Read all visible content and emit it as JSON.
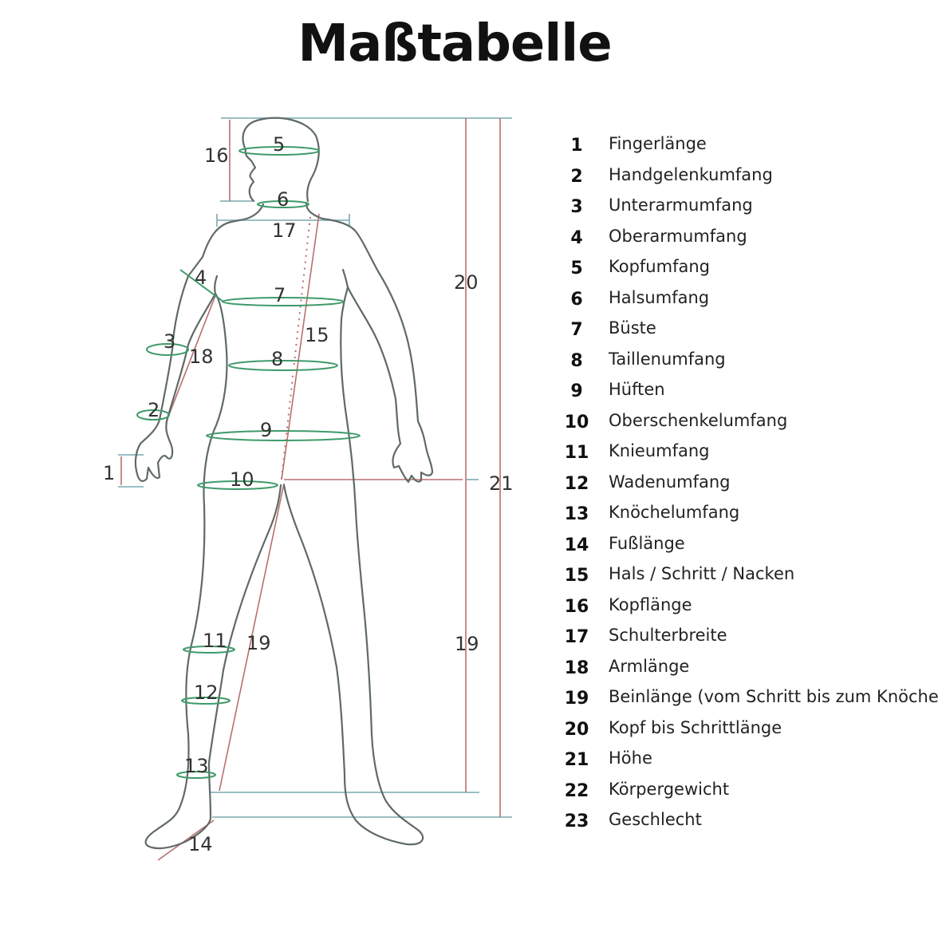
{
  "title": "Maßtabelle",
  "figure": {
    "labels": {
      "n1": "1",
      "n2": "2",
      "n3": "3",
      "n4": "4",
      "n5": "5",
      "n6": "6",
      "n7": "7",
      "n8": "8",
      "n9": "9",
      "n10": "10",
      "n11": "11",
      "n12": "12",
      "n13": "13",
      "n14": "14",
      "n15": "15",
      "n16": "16",
      "n17": "17",
      "n18": "18",
      "n19a": "19",
      "n19b": "19",
      "n20": "20",
      "n21": "21"
    },
    "colors": {
      "body_outline": "#5f6a66",
      "circumference": "#3f9a6a",
      "length_red": "#b8706f",
      "guide_line": "#7aa9b0"
    }
  },
  "legend": [
    {
      "num": "1",
      "label": "Fingerlänge"
    },
    {
      "num": "2",
      "label": "Handgelenkumfang"
    },
    {
      "num": "3",
      "label": "Unterarmumfang"
    },
    {
      "num": "4",
      "label": "Oberarmumfang"
    },
    {
      "num": "5",
      "label": "Kopfumfang"
    },
    {
      "num": "6",
      "label": "Halsumfang"
    },
    {
      "num": "7",
      "label": "Büste"
    },
    {
      "num": "8",
      "label": "Taillenumfang"
    },
    {
      "num": "9",
      "label": "Hüften"
    },
    {
      "num": "10",
      "label": "Oberschenkelumfang"
    },
    {
      "num": "11",
      "label": "Knieumfang"
    },
    {
      "num": "12",
      "label": "Wadenumfang"
    },
    {
      "num": "13",
      "label": "Knöchelumfang"
    },
    {
      "num": "14",
      "label": "Fußlänge"
    },
    {
      "num": "15",
      "label": "Hals / Schritt / Nacken"
    },
    {
      "num": "16",
      "label": "Kopflänge"
    },
    {
      "num": "17",
      "label": "Schulterbreite"
    },
    {
      "num": "18",
      "label": "Armlänge"
    },
    {
      "num": "19",
      "label": "Beinlänge (vom Schritt bis zum Knöchel)"
    },
    {
      "num": "20",
      "label": "Kopf bis Schrittlänge"
    },
    {
      "num": "21",
      "label": "Höhe"
    },
    {
      "num": "22",
      "label": "Körpergewicht"
    },
    {
      "num": "23",
      "label": "Geschlecht"
    }
  ]
}
